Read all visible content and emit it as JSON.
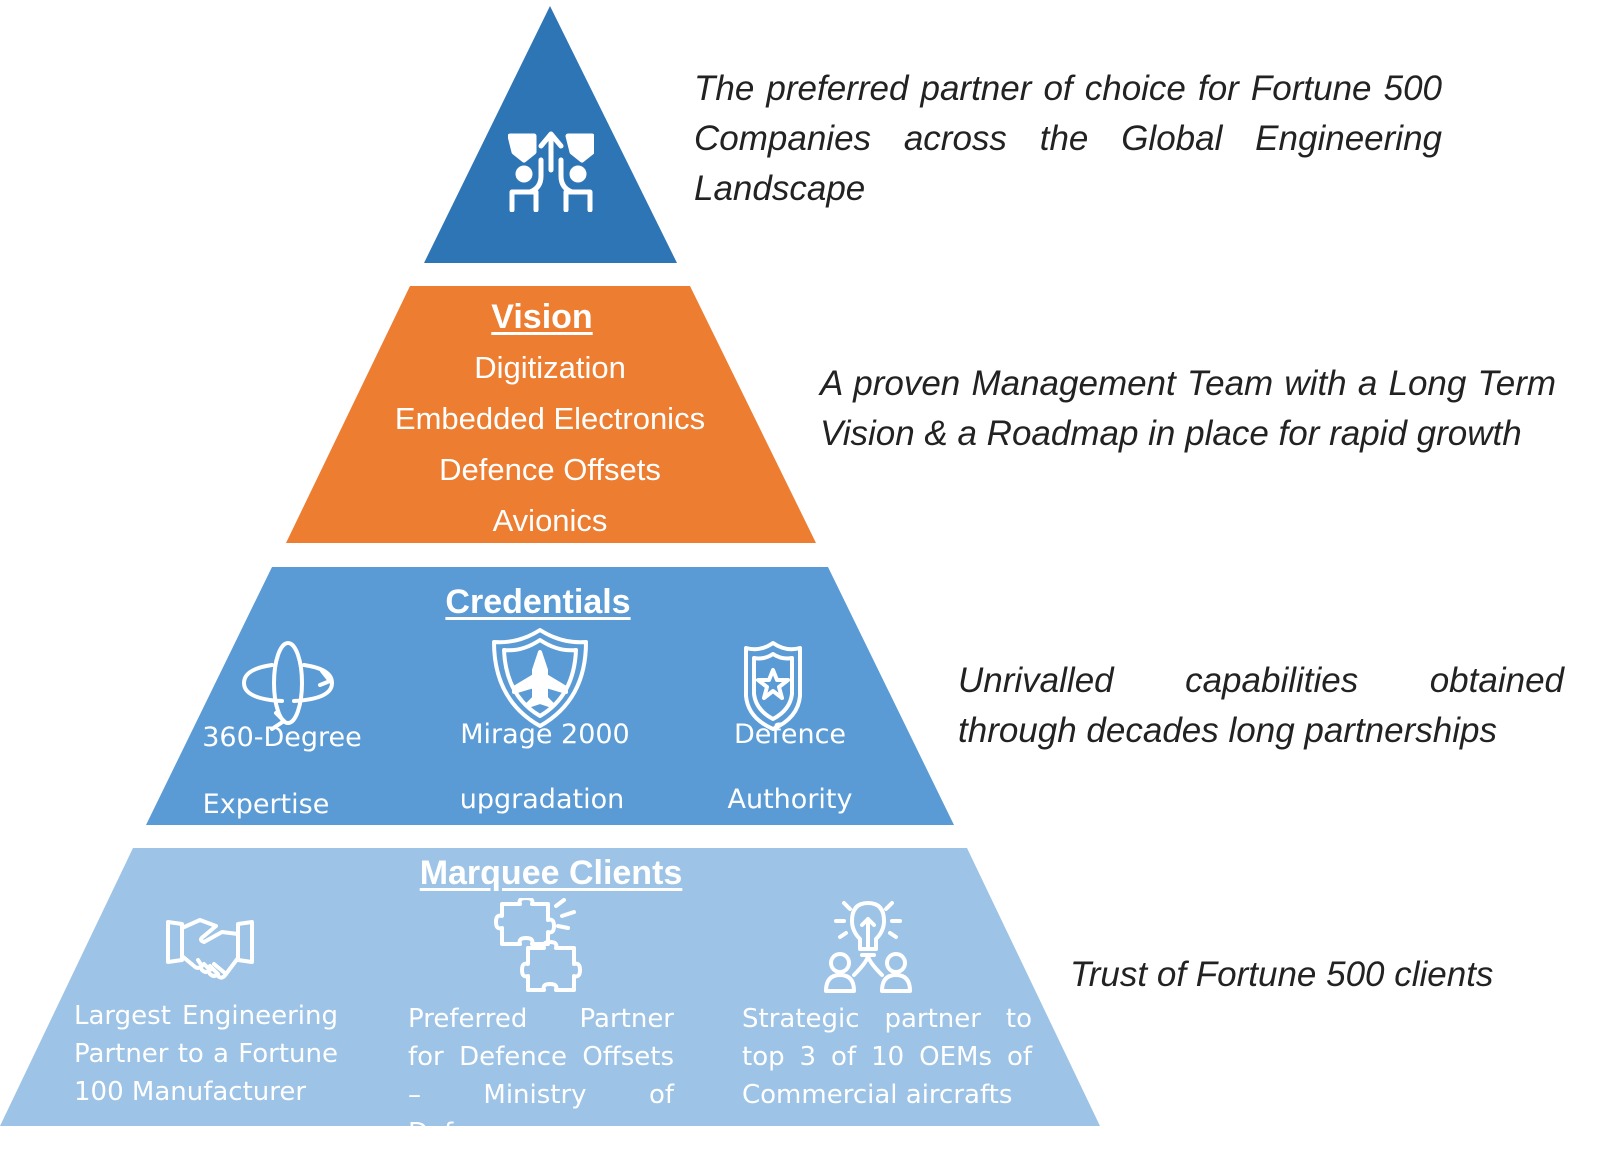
{
  "colors": {
    "apex": "#2E75B6",
    "vision": "#ED7D31",
    "credentials": "#5B9BD5",
    "clients": "#9DC3E6",
    "text_dark": "#222222",
    "text_light": "#ffffff"
  },
  "apex": {
    "icon": "strategy-arrows-icon",
    "description": "The preferred partner of choice for Fortune 500 Companies across the Global Engineering Landscape"
  },
  "vision": {
    "title": "Vision",
    "items": [
      "Digitization",
      "Embedded Electronics",
      "Defence Offsets",
      "Avionics"
    ],
    "description": "A proven Management Team with a Long Term Vision & a Roadmap in place for rapid growth"
  },
  "credentials": {
    "title": "Credentials",
    "items": [
      {
        "icon": "orbit-globe-icon",
        "label_line1": "360-Degree",
        "label_line2": "Expertise"
      },
      {
        "icon": "fighter-jet-shield-icon",
        "label_line1": "Mirage 2000",
        "label_line2": "upgradation"
      },
      {
        "icon": "star-badge-shield-icon",
        "label_line1": "Defence",
        "label_line2": "Authority"
      }
    ],
    "description": "Unrivalled capabilities obtained through decades long partnerships"
  },
  "clients": {
    "title": "Marquee Clients",
    "items": [
      {
        "icon": "handshake-icon",
        "label": "Largest Engineering Partner to a Fortune 100 Manufacturer"
      },
      {
        "icon": "puzzle-pieces-icon",
        "label": "Preferred Partner for Defence Offsets – Ministry of Defence"
      },
      {
        "icon": "lightbulb-team-icon",
        "label": "Strategic partner to top 3 of 10 OEMs of Commercial aircrafts"
      }
    ],
    "description": "Trust of Fortune 500 clients"
  }
}
